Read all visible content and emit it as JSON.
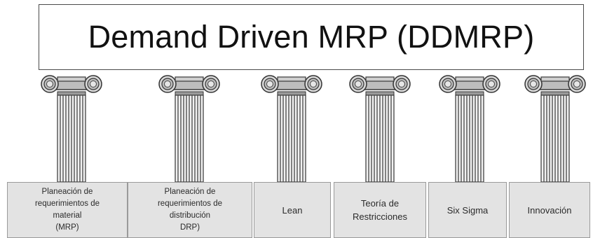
{
  "title": "Demand Driven MRP (DDMRP)",
  "pillars": [
    {
      "label": "Planeación de\nrequerimientos de\nmaterial\n(MRP)"
    },
    {
      "label": "Planeación de\nrequerimientos de\ndistribución\nDRP)"
    },
    {
      "label": "Lean"
    },
    {
      "label": "Teoría de\nRestricciones"
    },
    {
      "label": "Six Sigma"
    },
    {
      "label": "Innovación"
    }
  ]
}
